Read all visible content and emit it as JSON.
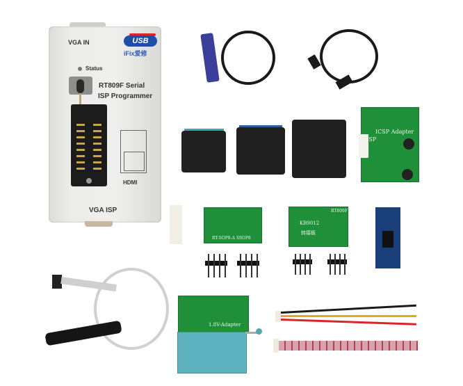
{
  "image": {
    "description": "Product photo of RT809F Serial ISP Programmer kit with cables and adapters on white background"
  },
  "programmer": {
    "vga_in_label": "VGA IN",
    "usb_badge": "USB",
    "brand": "iFix爱修",
    "status_label": "Status",
    "model_line1": "RT809F Serial",
    "model_line2": "ISP Programmer",
    "hdmi_label": "HDMI",
    "vga_isp_label": "VGA ISP"
  },
  "adapters": {
    "icsp_adapter": "ICSP Adapter",
    "icsp_side": "ICSP",
    "sop8_board": "RT-SOP8-A  SSOP8",
    "board_8012_line1": "RT809F",
    "board_8012_line2": "KB9012",
    "board_8012_line3": "转接板",
    "v18_adapter": "1.8V-Adapter"
  },
  "items": [
    {
      "name": "programmer",
      "label": "RT809F Serial ISP Programmer"
    },
    {
      "name": "vga-cable",
      "label": "VGA cable"
    },
    {
      "name": "usb-cable",
      "label": "USB cable"
    },
    {
      "name": "sop8-socket-narrow",
      "label": "SOP8 socket (150mil)"
    },
    {
      "name": "sop8-socket-wide",
      "label": "SOP8 socket (200mil)"
    },
    {
      "name": "sop16-socket",
      "label": "SOP16 socket"
    },
    {
      "name": "icsp-adapter",
      "label": "ICSP Adapter board"
    },
    {
      "name": "connector",
      "label": "8-pin connector"
    },
    {
      "name": "sop8-adapter-board",
      "label": "SOP8/SSOP8 adapter board"
    },
    {
      "name": "kb9012-adapter",
      "label": "KB9012 adapter board"
    },
    {
      "name": "blue-adapter",
      "label": "Blue adapter board"
    },
    {
      "name": "pin-headers",
      "label": "Pin headers x4"
    },
    {
      "name": "soic-clip",
      "label": "SOIC8 test clip with ribbon cable"
    },
    {
      "name": "v18-adapter",
      "label": "1.8V adapter with ZIF socket"
    },
    {
      "name": "wire-harness",
      "label": "Colored wire harness"
    },
    {
      "name": "ribbon-harness",
      "label": "Ribbon wire harness"
    }
  ]
}
